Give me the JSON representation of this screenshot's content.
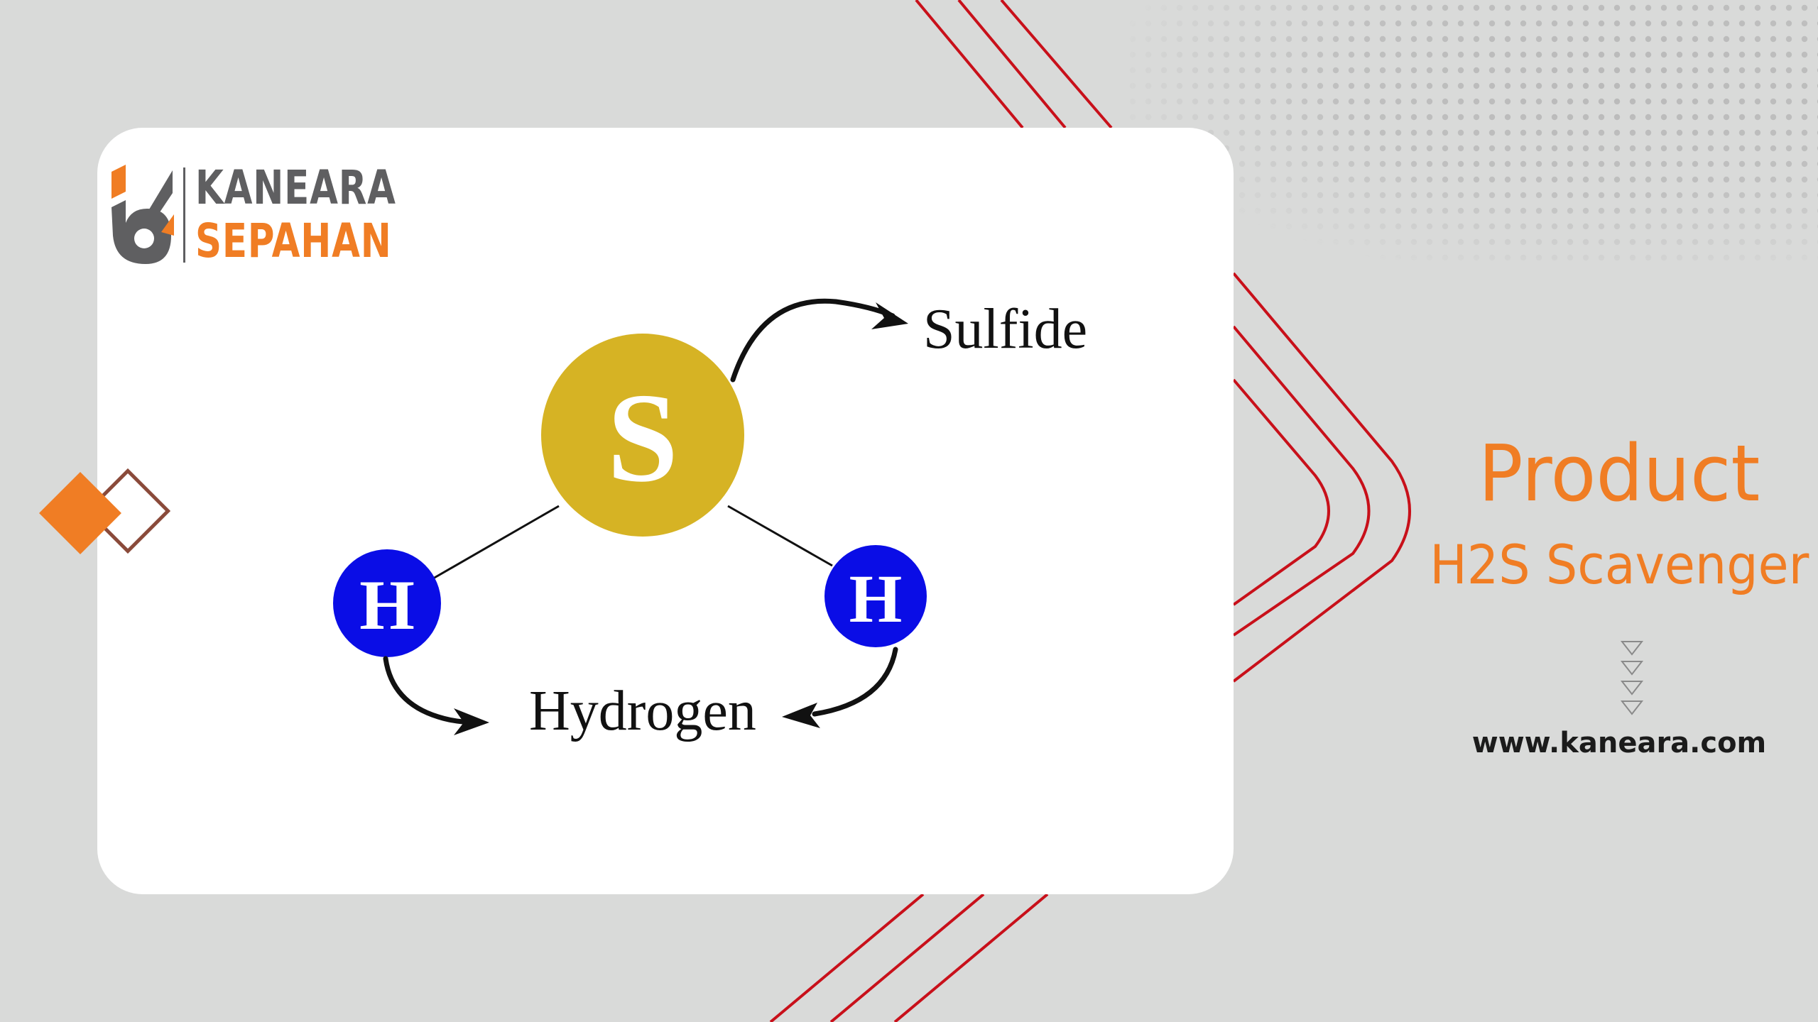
{
  "brand": {
    "name_top": "KANEARA",
    "name_bottom": "SEPAHAN",
    "colors": {
      "orange": "#f07d24",
      "gray": "#5f5f61"
    }
  },
  "diagram": {
    "sulfur_symbol": "S",
    "hydrogen_symbol_left": "H",
    "hydrogen_symbol_right": "H",
    "sulfide_label": "Sulfide",
    "hydrogen_label": "Hydrogen",
    "colors": {
      "sulfur": "#d6b324",
      "hydrogen": "#0a0de6"
    }
  },
  "side": {
    "title": "Product",
    "product_name": "H2S Scavenger",
    "website": "www.kaneara.com"
  },
  "decor": {
    "line_color": "#c8101a"
  }
}
